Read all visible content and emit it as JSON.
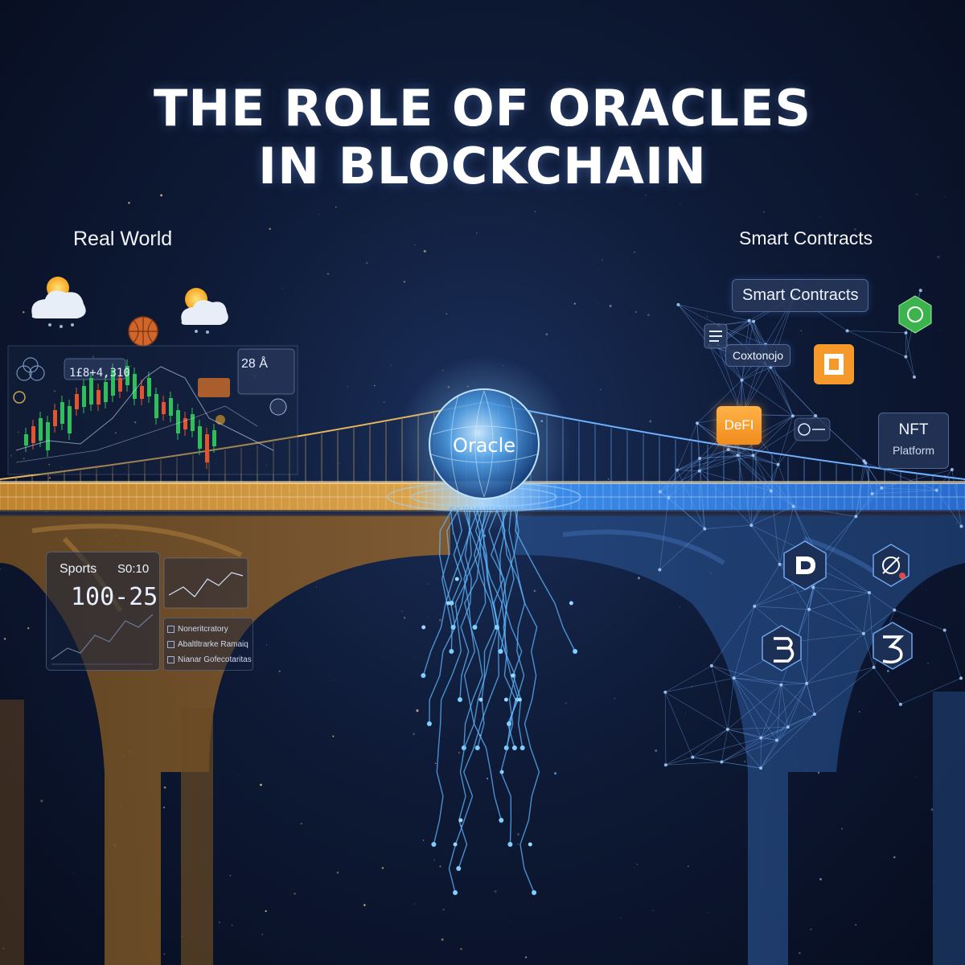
{
  "title": {
    "line1": "THE ROLE OF ORACLES",
    "line2": "IN BLOCKCHAIN"
  },
  "left_label": "Real World",
  "right_label": "Smart Contracts",
  "oracle_label": "Oracle",
  "smart_contracts_chip": "Smart Contracts",
  "contract_chip": "Coxtonojo",
  "defi_chip": "DeFI",
  "nft_chip": {
    "line1": "NFT",
    "line2": "Platform"
  },
  "sports": {
    "label": "Sports",
    "time": "S0:10",
    "score": "100-25"
  },
  "ticker_left": "1£8+4,310",
  "ticker_right": "28 Å",
  "list_items": [
    "Noneritcratory",
    "Abaltltrarke Ramaiq",
    "Nianar Gofecotaritas"
  ],
  "colors": {
    "background": "#0b1530",
    "real_world_bridge": "#c8892f",
    "blockchain_bridge": "#2f7fe6",
    "oracle_glow": "#7fc4ff",
    "defi_orange": "#f59a2a",
    "candle_green": "#2fbf5a",
    "candle_red": "#e0552f"
  },
  "icons": [
    "sun-cloud-icon",
    "basketball-icon",
    "candlestick-chart",
    "network-graph",
    "blockchain-logo-icon"
  ]
}
